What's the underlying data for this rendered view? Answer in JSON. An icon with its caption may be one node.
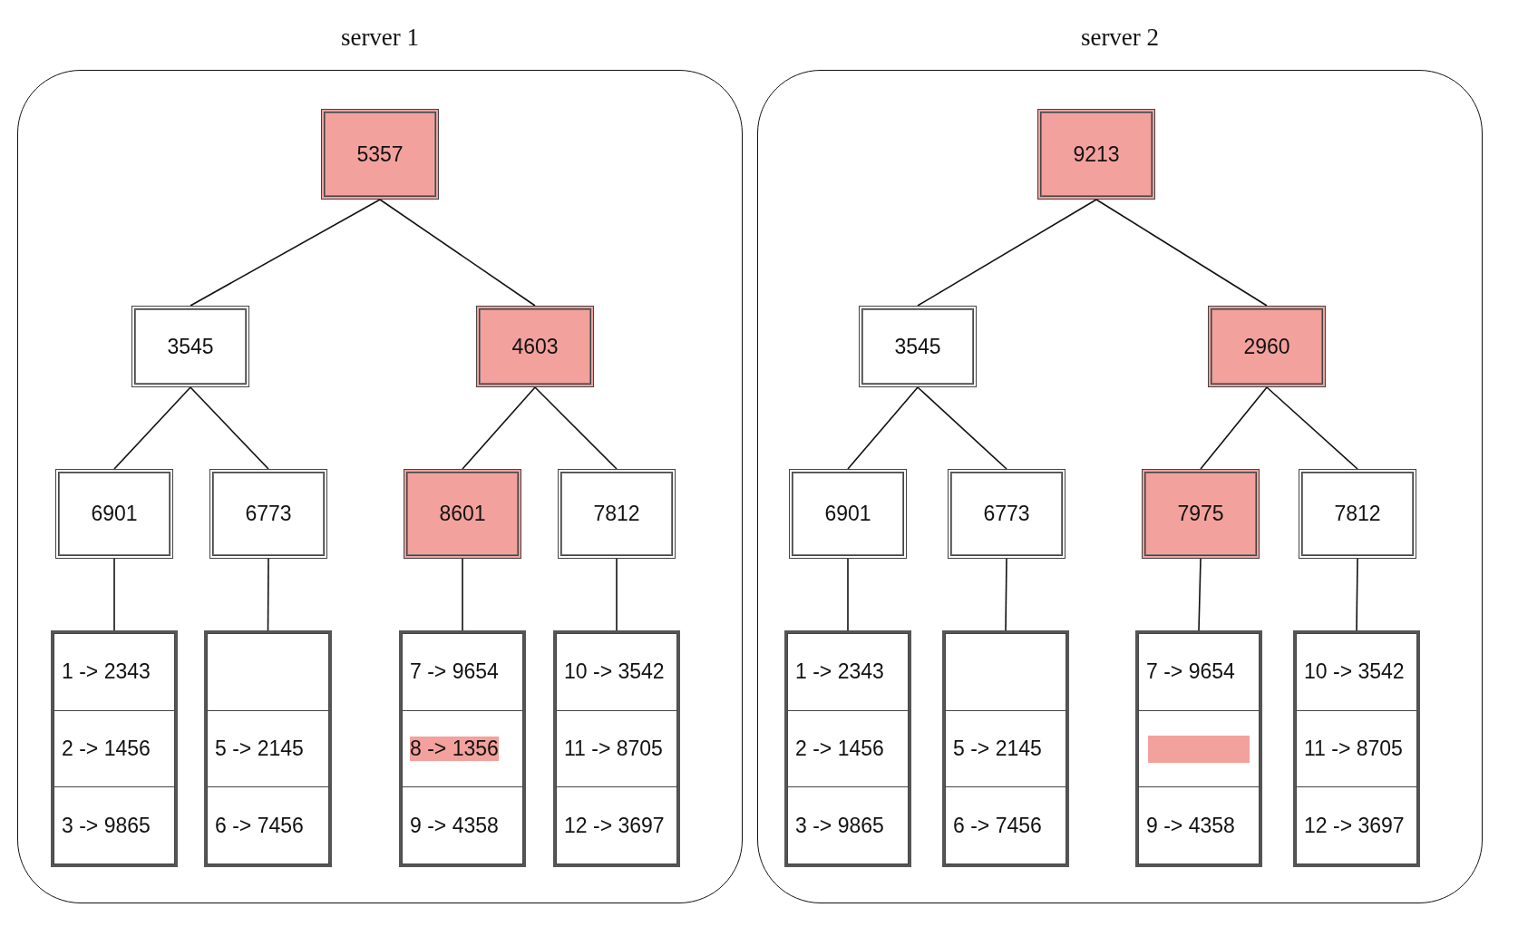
{
  "diagram": {
    "nodes": [
      {
        "text": [
          "server 1"
        ]
      },
      {
        "text": [
          "5357"
        ],
        "in": 0
      },
      {
        "text": [
          "3545"
        ],
        "in": 0
      },
      {
        "text": [
          "4603"
        ],
        "in": 0
      },
      {
        "text": [
          "6901"
        ],
        "in": 0
      },
      {
        "text": [
          "6773"
        ],
        "in": 0
      },
      {
        "text": [
          "8601"
        ],
        "in": 0
      },
      {
        "text": [
          "7812"
        ],
        "in": 0
      },
      {
        "text": [],
        "shape": "box",
        "in": 0
      },
      {
        "text": [
          "1 -> 2343"
        ],
        "in": 8
      },
      {
        "text": [
          "2 -> 1456"
        ],
        "in": 8
      },
      {
        "text": [
          "3 -> 9865"
        ],
        "in": 8
      },
      {
        "text": [],
        "shape": "box",
        "in": 0
      },
      {
        "text": [],
        "shape": "box",
        "in": 12
      },
      {
        "text": [
          "5 -> 2145"
        ],
        "in": 12
      },
      {
        "text": [
          "6 -> 7456"
        ],
        "in": 12
      },
      {
        "text": [],
        "shape": "box",
        "in": 0
      },
      {
        "text": [
          "7 -> 9654"
        ],
        "in": 16
      },
      {
        "text": [
          "8 -> 1356"
        ],
        "in": 16
      },
      {
        "text": [
          "9 -> 4358"
        ],
        "in": 16
      },
      {
        "text": [],
        "shape": "box",
        "in": 0
      },
      {
        "text": [
          "10 -> 3542"
        ],
        "in": 20
      },
      {
        "text": [
          "11 -> 8705"
        ],
        "in": 20
      },
      {
        "text": [
          "12 -> 3697"
        ],
        "in": 20
      },
      {
        "text": [
          "server 2"
        ]
      },
      {
        "text": [
          "9213"
        ],
        "in": 24
      },
      {
        "text": [
          "3545"
        ],
        "in": 24
      },
      {
        "text": [
          "2960"
        ],
        "in": 24
      },
      {
        "text": [
          "6901"
        ],
        "in": 24
      },
      {
        "text": [
          "6773"
        ],
        "in": 24
      },
      {
        "text": [
          "7975"
        ],
        "in": 24
      },
      {
        "text": [
          "7812"
        ],
        "in": 24
      },
      {
        "text": [],
        "shape": "box",
        "in": 24
      },
      {
        "text": [
          "1 -> 2343"
        ],
        "in": 32
      },
      {
        "text": [
          "2 -> 1456"
        ],
        "in": 32
      },
      {
        "text": [
          "3 -> 9865"
        ],
        "in": 32
      },
      {
        "text": [],
        "shape": "box",
        "in": 24
      },
      {
        "text": [],
        "shape": "box",
        "in": 36
      },
      {
        "text": [
          "5 -> 2145"
        ],
        "in": 36
      },
      {
        "text": [
          "6 -> 7456"
        ],
        "in": 36
      },
      {
        "text": [],
        "shape": "box",
        "in": 24
      },
      {
        "text": [
          "7 -> 9654"
        ],
        "in": 40
      },
      {
        "text": [],
        "shape": "box",
        "in": 40
      },
      {
        "text": [
          "9 -> 4358"
        ],
        "in": 40
      },
      {
        "text": [],
        "shape": "box",
        "in": 24
      },
      {
        "text": [
          "10 -> 3542"
        ],
        "in": 44
      },
      {
        "text": [
          "11 -> 8705"
        ],
        "in": 44
      },
      {
        "text": [
          "12 -> 3697"
        ],
        "in": 44
      }
    ],
    "edges": [
      {
        "from": 1,
        "to": 2,
        "arrow": "none"
      },
      {
        "from": 1,
        "to": 3,
        "arrow": "none"
      },
      {
        "from": 2,
        "to": 4,
        "arrow": "none"
      },
      {
        "from": 2,
        "to": 5,
        "arrow": "none"
      },
      {
        "from": 3,
        "to": 6,
        "arrow": "none"
      },
      {
        "from": 3,
        "to": 7,
        "arrow": "none"
      },
      {
        "from": 4,
        "to": 8,
        "arrow": "none"
      },
      {
        "from": 5,
        "to": 12,
        "arrow": "none"
      },
      {
        "from": 6,
        "to": 16,
        "arrow": "none"
      },
      {
        "from": 7,
        "to": 20,
        "arrow": "none"
      },
      {
        "from": 25,
        "to": 26,
        "arrow": "none"
      },
      {
        "from": 25,
        "to": 27,
        "arrow": "none"
      },
      {
        "from": 26,
        "to": 28,
        "arrow": "none"
      },
      {
        "from": 26,
        "to": 29,
        "arrow": "none"
      },
      {
        "from": 27,
        "to": 30,
        "arrow": "none"
      },
      {
        "from": 27,
        "to": 31,
        "arrow": "none"
      },
      {
        "from": 28,
        "to": 32,
        "arrow": "none"
      },
      {
        "from": 29,
        "to": 36,
        "arrow": "none"
      },
      {
        "from": 30,
        "to": 40,
        "arrow": "none"
      },
      {
        "from": 31,
        "to": 44,
        "arrow": "none"
      }
    ]
  }
}
